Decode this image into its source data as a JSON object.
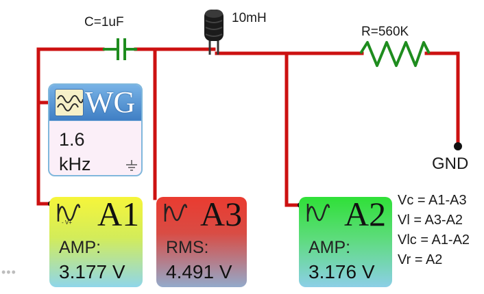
{
  "circuit": {
    "capacitor_label": "C=1uF",
    "inductor_label": "10mH",
    "resistor_label": "R=560K",
    "ground_label": "GND"
  },
  "generator": {
    "title": "WG",
    "frequency_value": "1.6",
    "frequency_unit": "kHz"
  },
  "meters": [
    {
      "title": "A1",
      "mode": "AMP:",
      "value": "3.177 V",
      "color": "#f6f53a"
    },
    {
      "title": "A3",
      "mode": "RMS:",
      "value": "4.491 V",
      "color": "#ea3b30"
    },
    {
      "title": "A2",
      "mode": "AMP:",
      "value": "3.176 V",
      "color": "#2fe037"
    }
  ],
  "formulas": [
    "Vc = A1-A3",
    "Vl = A3-A2",
    "Vlc = A1-A2",
    "Vr = A2"
  ],
  "wire_color": "#cc1111",
  "component_color": "#1e8c1e",
  "more_indicator": "•••"
}
